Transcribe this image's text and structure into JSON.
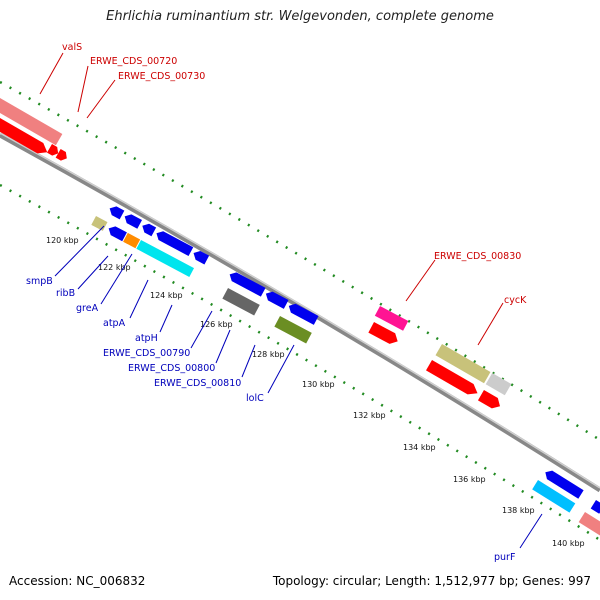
{
  "title": "Ehrlichia ruminantium str. Welgevonden, complete genome",
  "footer": {
    "accession": "Accession: NC_006832",
    "summary": "Topology: circular; Length: 1,512,977 bp; Genes: 997"
  },
  "colors": {
    "forward_label": "#cc0000",
    "reverse_label": "#0000bb",
    "backbone": "#888888",
    "ticks": "#228b22"
  },
  "ticks": [
    "120 kbp",
    "122 kbp",
    "124 kbp",
    "126 kbp",
    "128 kbp",
    "130 kbp",
    "132 kbp",
    "134 kbp",
    "136 kbp",
    "138 kbp",
    "140 kbp"
  ],
  "labels": {
    "forward": [
      "valS",
      "ERWE_CDS_00720",
      "ERWE_CDS_00730",
      "ERWE_CDS_00830",
      "cycK"
    ],
    "reverse": [
      "smpB",
      "ribB",
      "greA",
      "atpA",
      "atpH",
      "ERWE_CDS_00790",
      "ERWE_CDS_00800",
      "ERWE_CDS_00810",
      "lolC",
      "purF"
    ]
  }
}
